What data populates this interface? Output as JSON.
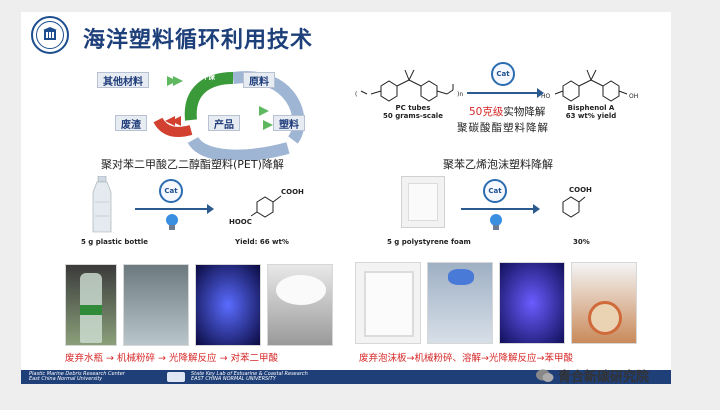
{
  "header": {
    "title": "海洋塑料循环利用技术"
  },
  "cycle": {
    "box1": "其他材料",
    "box2": "原料",
    "box3": "废渣",
    "box4": "产品",
    "box5": "塑料",
    "center": "环保"
  },
  "pc_reaction": {
    "cat": "Cat",
    "reactant_label": "PC tubes",
    "reactant_scale": "50 grams-scale",
    "product_label": "Bisphenol A",
    "product_yield": "63 wt% yield",
    "scale_highlight": "50克级",
    "scale_rest": "实物降解",
    "subtitle": "聚碳酸酯塑料降解"
  },
  "pet": {
    "title": "聚对苯二甲酸乙二醇酯塑料(PET)降解",
    "cat": "Cat",
    "amount": "5 g plastic bottle",
    "yield": "Yield: 66 wt%",
    "group_top": "COOH",
    "group_left": "HOOC",
    "captions": [
      "废弃水瓶",
      "机械粉碎",
      "光降解反应",
      "对苯二甲酸"
    ]
  },
  "ps": {
    "title": "聚苯乙烯泡沫塑料降解",
    "cat": "Cat",
    "amount": "5 g polystyrene foam",
    "yield": "30%",
    "group_top": "COOH",
    "captions": [
      "废弃泡沫板",
      "机械粉碎、溶解",
      "光降解反应",
      "苯甲酸"
    ]
  },
  "footer": {
    "left1": "Plastic Marine Debris Research Center",
    "left2": "East China Normal University",
    "right1": "State Key Lab of Estuarine & Coastal Research",
    "right2": "EAST CHINA NORMAL UNIVERSITY"
  },
  "watermark": {
    "text": "青合新碳研究院"
  },
  "colors": {
    "accent": "#1d3f7a",
    "red": "#d62828",
    "footer": "#1f3f78"
  }
}
